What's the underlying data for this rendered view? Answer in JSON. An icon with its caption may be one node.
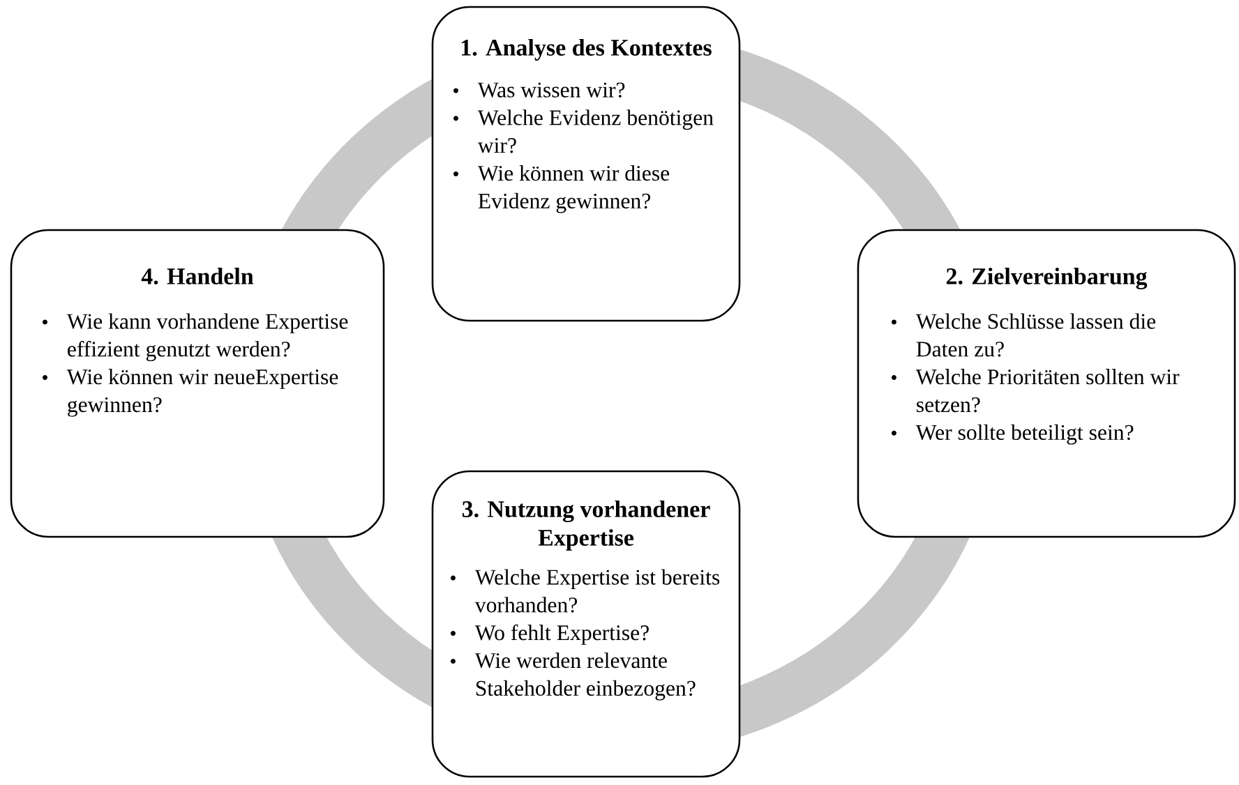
{
  "diagram": {
    "nodes": [
      {
        "text": [
          "1. Analyse des Kontextes",
          "Was wissen wir?",
          "Welche Evidenz benötigen wir?",
          "Wie können wir diese Evidenz gewinnen?"
        ]
      },
      {
        "text": [
          "2. Zielvereinbarung",
          "Welche Schlüsse lassen die Daten zu?",
          "Welche Prioritäten sollten wir setzen?",
          "Wer sollte beteiligt sein?"
        ]
      },
      {
        "text": [
          "3. Nutzung vorhandener Expertise",
          "Welche Expertise ist bereits vorhanden?",
          "Wo fehlt Expertise?",
          "Wie werden relevante Stakeholder einbezogen?"
        ]
      },
      {
        "text": [
          "4. Handeln",
          "Wie kann vorhandene Expertise effizient genutzt werden?",
          "Wie können wir neueExpertise gewinnen?"
        ]
      }
    ]
  }
}
